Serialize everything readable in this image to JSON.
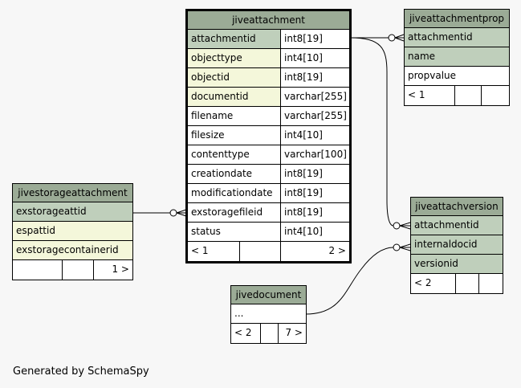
{
  "credit": "Generated by SchemaSpy",
  "tables": {
    "jiveattachment": {
      "name": "jiveattachment",
      "columns": [
        {
          "name": "attachmentid",
          "type": "int8[19]"
        },
        {
          "name": "objecttype",
          "type": "int4[10]"
        },
        {
          "name": "objectid",
          "type": "int8[19]"
        },
        {
          "name": "documentid",
          "type": "varchar[255]"
        },
        {
          "name": "filename",
          "type": "varchar[255]"
        },
        {
          "name": "filesize",
          "type": "int4[10]"
        },
        {
          "name": "contenttype",
          "type": "varchar[100]"
        },
        {
          "name": "creationdate",
          "type": "int8[19]"
        },
        {
          "name": "modificationdate",
          "type": "int8[19]"
        },
        {
          "name": "exstoragefileid",
          "type": "int8[19]"
        },
        {
          "name": "status",
          "type": "int4[10]"
        }
      ],
      "footer": {
        "parents": "< 1",
        "middle": "",
        "children": "2 >"
      }
    },
    "jiveattachmentprop": {
      "name": "jiveattachmentprop",
      "columns": [
        {
          "name": "attachmentid"
        },
        {
          "name": "name"
        },
        {
          "name": "propvalue"
        }
      ],
      "footer": {
        "parents": "< 1",
        "middle": "",
        "children": ""
      }
    },
    "jivestorageattachment": {
      "name": "jivestorageattachment",
      "columns": [
        {
          "name": "exstorageattid"
        },
        {
          "name": "espattid"
        },
        {
          "name": "exstoragecontainerid"
        }
      ],
      "footer": {
        "parents": "",
        "middle": "",
        "children": "1 >"
      }
    },
    "jiveattachversion": {
      "name": "jiveattachversion",
      "columns": [
        {
          "name": "attachmentid"
        },
        {
          "name": "internaldocid"
        },
        {
          "name": "versionid"
        }
      ],
      "footer": {
        "parents": "< 2",
        "middle": "",
        "children": ""
      }
    },
    "jivedocument": {
      "name": "jivedocument",
      "columns": [
        {
          "name": "..."
        }
      ],
      "footer": {
        "parents": "< 2",
        "middle": "",
        "children": "7 >"
      }
    }
  }
}
